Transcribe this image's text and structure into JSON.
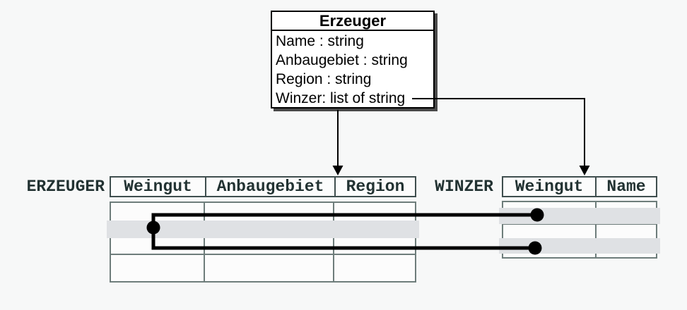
{
  "class_box": {
    "title": "Erzeuger",
    "attributes": {
      "name": "Name : string",
      "anbaugebiet": "Anbaugebiet : string",
      "region": "Region : string",
      "winzer": "Winzer: list of string"
    }
  },
  "erzeuger_table": {
    "label": "ERZEUGER",
    "columns": [
      "Weingut",
      "Anbaugebiet",
      "Region"
    ]
  },
  "winzer_table": {
    "label": "WINZER",
    "columns": [
      "Weingut",
      "Name"
    ]
  },
  "colors": {
    "background": "#f7f8f8",
    "row_highlight": "#dfe1e4",
    "header_border": "#3f4e4e",
    "body_border": "#6e7d7b",
    "table_text": "#223232",
    "connector": "#000000"
  }
}
